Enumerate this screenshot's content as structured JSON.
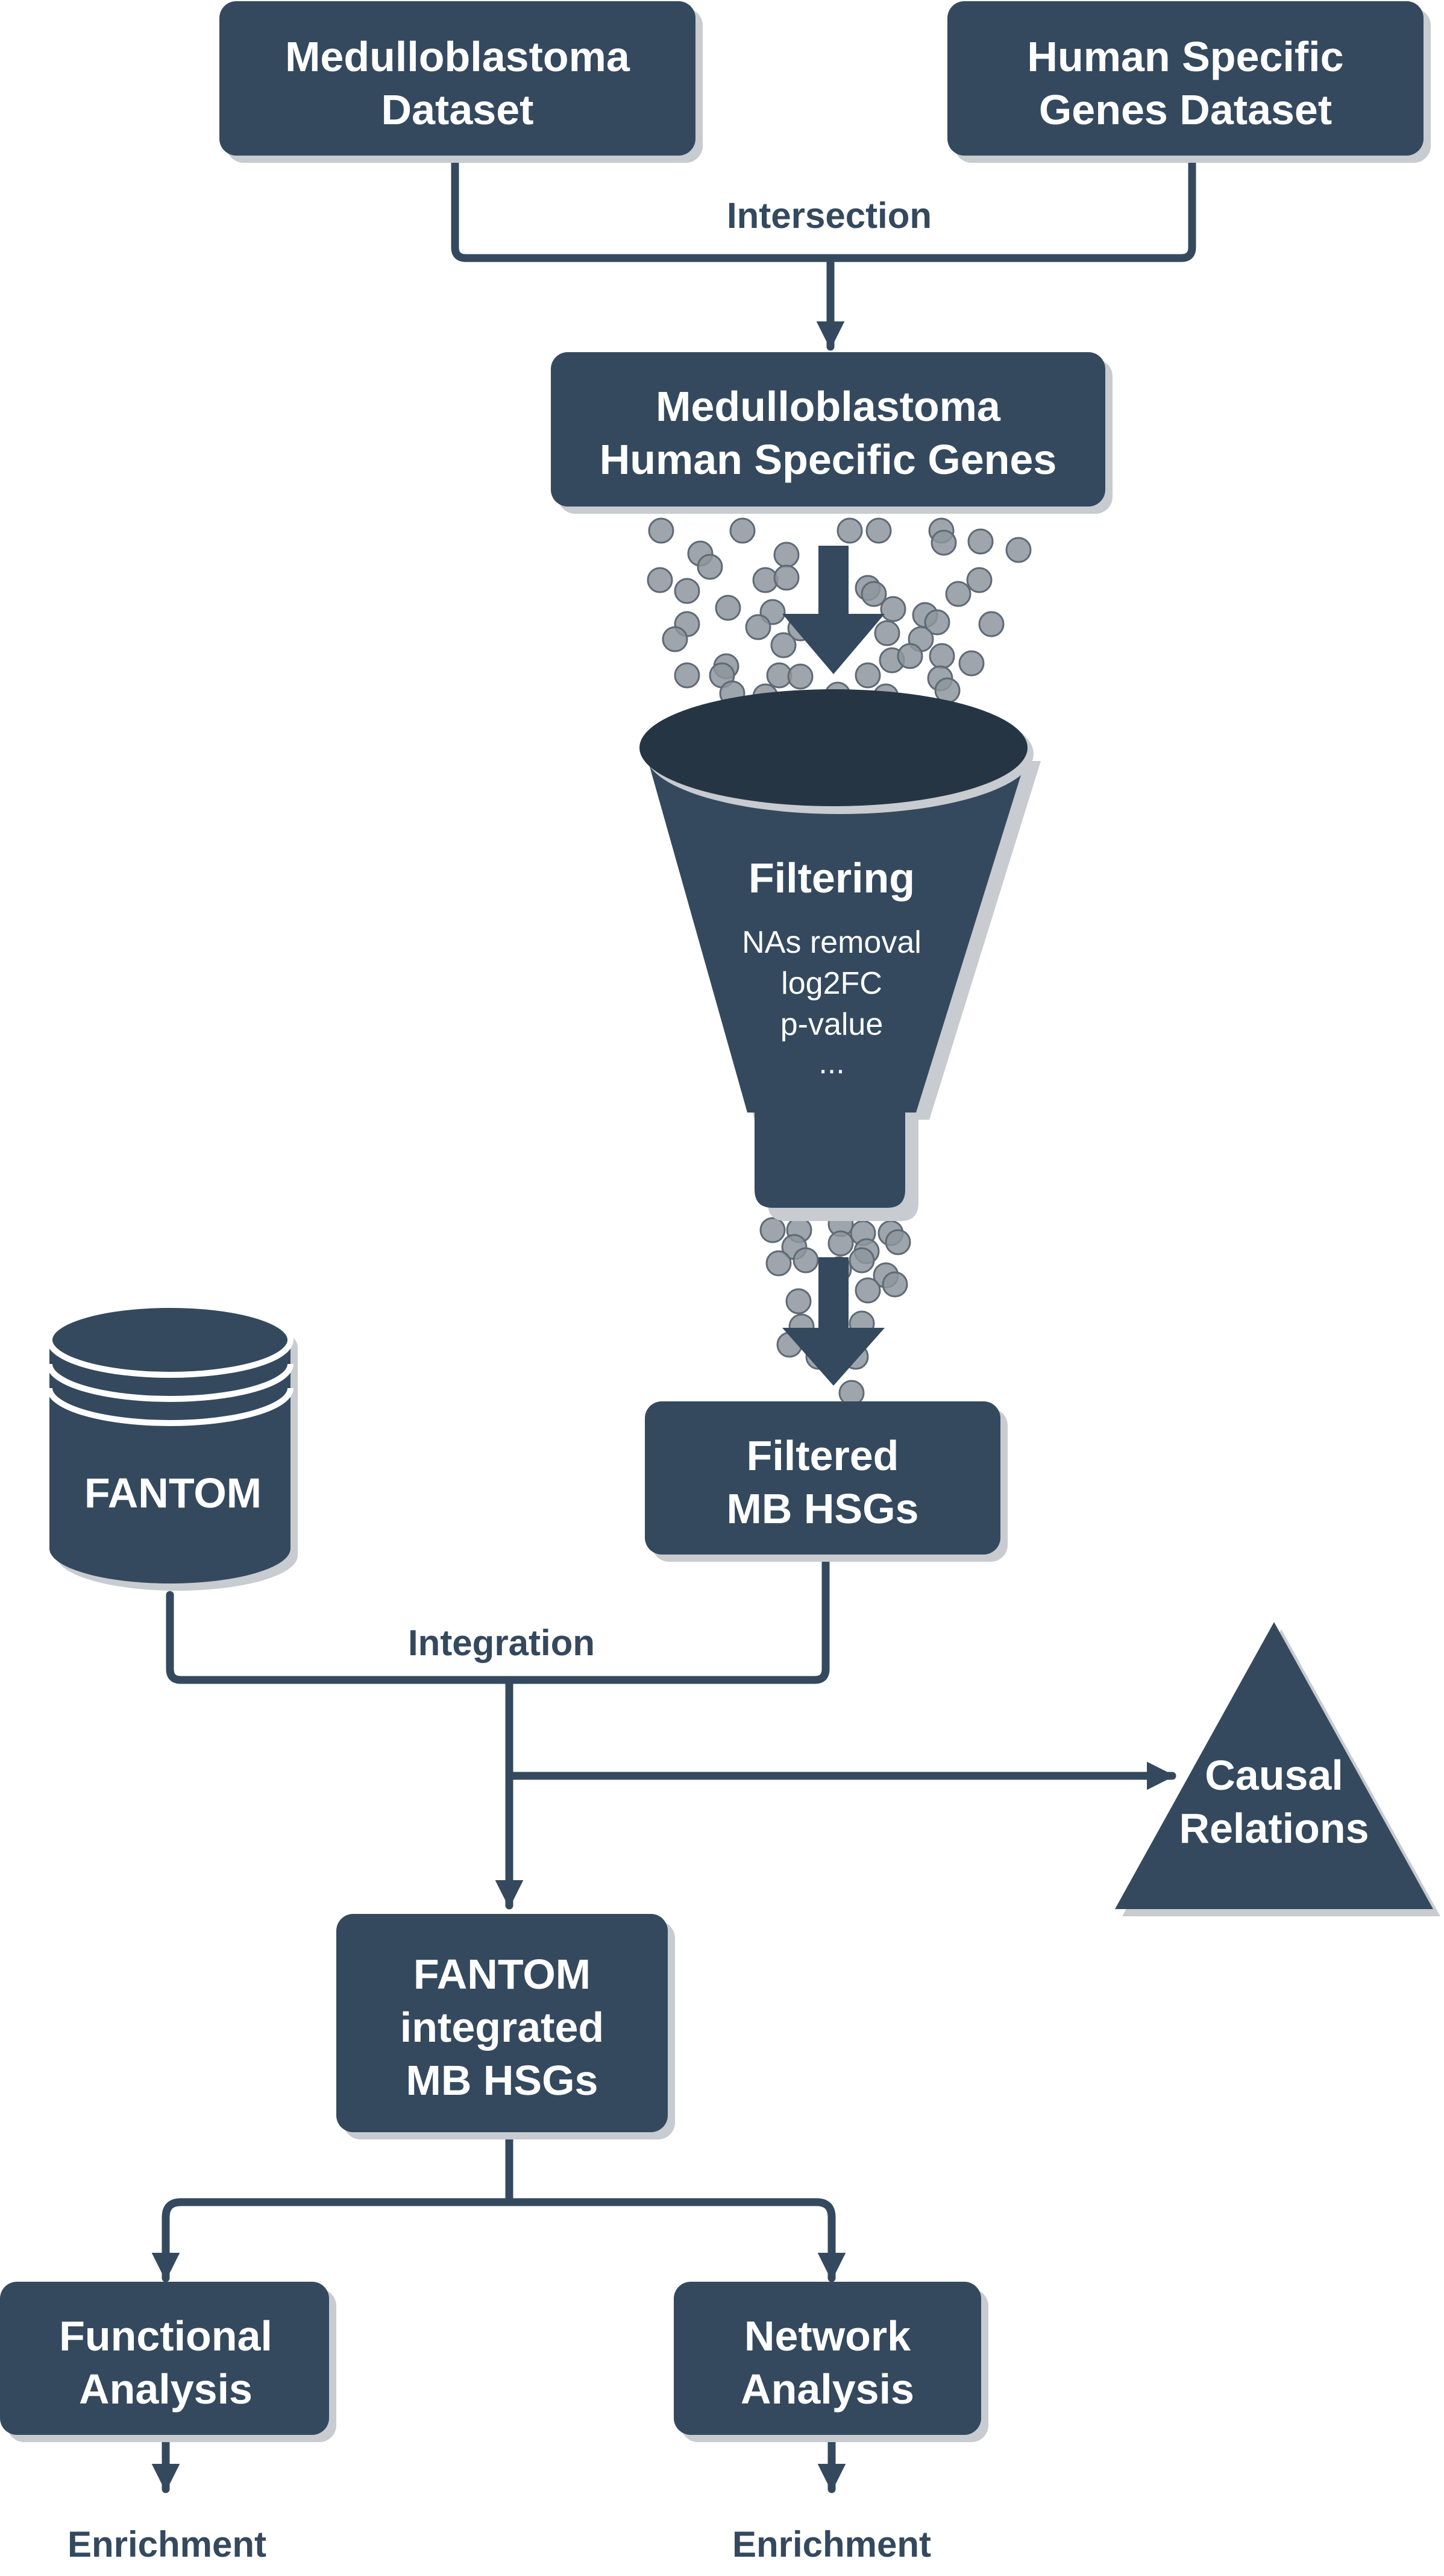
{
  "colors": {
    "node_fill": "#34495e",
    "node_shadow": "#c8cbd0",
    "funnel_top": "#263543",
    "particle": "#8d959d",
    "particle_stroke": "#5f6a75",
    "edge_label": "#34495e"
  },
  "nodes": {
    "medulloblastoma_dataset": [
      "Medulloblastoma",
      "Dataset"
    ],
    "human_specific_genes_dataset": [
      "Human Specific",
      "Genes Dataset"
    ],
    "mb_hsg": [
      "Medulloblastoma",
      "Human Specific Genes"
    ],
    "filtering": {
      "title": "Filtering",
      "items": [
        "NAs removal",
        "log2FC",
        "p-value",
        "..."
      ]
    },
    "filtered_mb_hsgs": [
      "Filtered",
      "MB HSGs"
    ],
    "fantom": "FANTOM",
    "causal_relations": [
      "Causal",
      "Relations"
    ],
    "fantom_integrated": [
      "FANTOM",
      "integrated",
      "MB HSGs"
    ],
    "functional_analysis": [
      "Functional",
      "Analysis"
    ],
    "network_analysis": [
      "Network",
      "Analysis"
    ]
  },
  "edge_labels": {
    "intersection": "Intersection",
    "integration": "Integration",
    "enrichment_left": "Enrichment",
    "enrichment_right": "Enrichment"
  }
}
